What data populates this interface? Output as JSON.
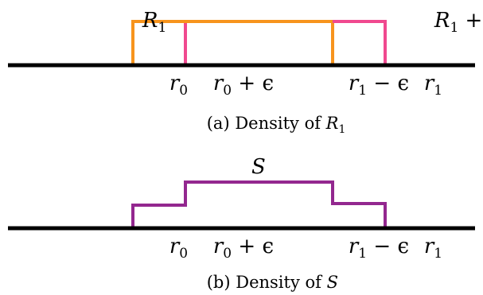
{
  "figure_a": {
    "caption": "(a) Density of ",
    "caption_var": "R",
    "caption_sub": "1",
    "label_left": {
      "var": "R",
      "sub": "1"
    },
    "label_right": {
      "var": "R",
      "sub": "1",
      "suffix": " + ϵ"
    },
    "colors": {
      "orange": "#f7941d",
      "pink": "#f0498f",
      "axis": "#000000"
    },
    "ticks": [
      {
        "var": "r",
        "sub": "0",
        "suffix": ""
      },
      {
        "var": "r",
        "sub": "0",
        "suffix": " + ϵ"
      },
      {
        "var": "r",
        "sub": "1",
        "suffix": " − ϵ"
      },
      {
        "var": "r",
        "sub": "1",
        "suffix": ""
      }
    ]
  },
  "figure_b": {
    "caption": "(b) Density of ",
    "caption_var": "S",
    "label_top": "S",
    "colors": {
      "purple": "#93278f",
      "axis": "#000000"
    },
    "ticks": [
      {
        "var": "r",
        "sub": "0",
        "suffix": ""
      },
      {
        "var": "r",
        "sub": "0",
        "suffix": " + ϵ"
      },
      {
        "var": "r",
        "sub": "1",
        "suffix": " − ϵ"
      },
      {
        "var": "r",
        "sub": "1",
        "suffix": ""
      }
    ]
  }
}
